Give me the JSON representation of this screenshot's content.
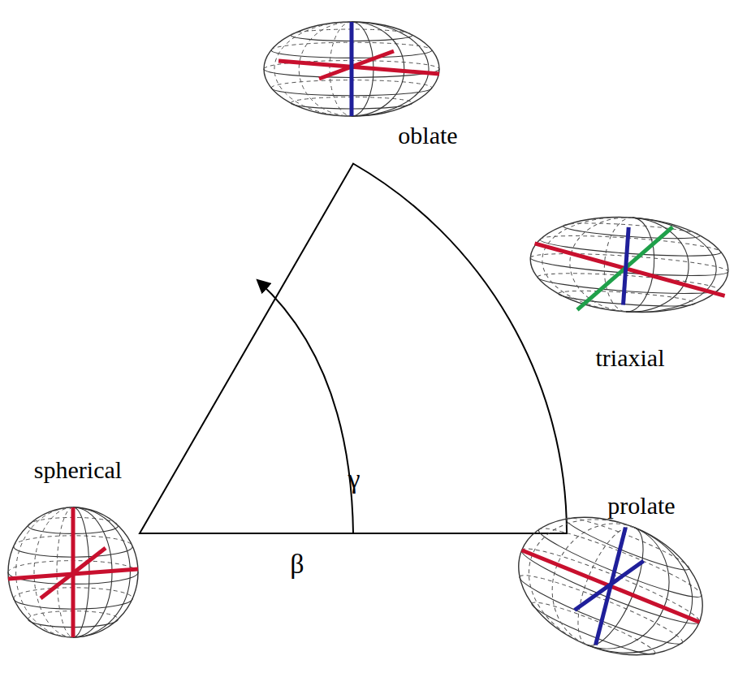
{
  "diagram": {
    "labels": [
      "oblate",
      "triaxial",
      "γ",
      "spherical",
      "prolate",
      "β"
    ]
  }
}
